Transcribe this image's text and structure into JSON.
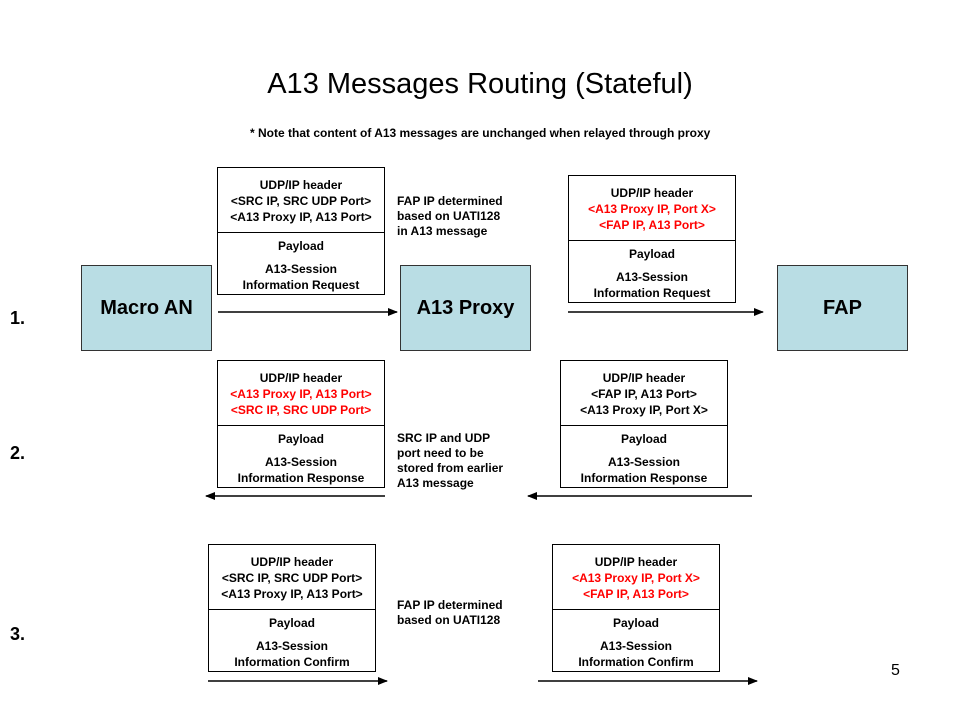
{
  "title": "A13 Messages Routing (Stateful)",
  "note": "* Note that content of A13 messages are unchanged when relayed through proxy",
  "nodes": {
    "macro_an": "Macro AN",
    "a13_proxy": "A13 Proxy",
    "fap": "FAP"
  },
  "rows": [
    "1.",
    "2.",
    "3."
  ],
  "messages": {
    "r1_left": {
      "header": "UDP/IP header",
      "line1": "<SRC IP, SRC UDP Port>",
      "line2": "<A13 Proxy IP, A13 Port>",
      "payload": "Payload",
      "p1": "A13-Session",
      "p2": "Information Request"
    },
    "r1_right": {
      "header": "UDP/IP header",
      "line1": "<A13 Proxy IP, Port X>",
      "line2": "<FAP IP, A13 Port>",
      "payload": "Payload",
      "p1": "A13-Session",
      "p2": "Information Request"
    },
    "r2_left": {
      "header": "UDP/IP header",
      "line1": "<A13 Proxy IP, A13 Port>",
      "line2": "<SRC IP, SRC UDP Port>",
      "payload": "Payload",
      "p1": "A13-Session",
      "p2": "Information Response"
    },
    "r2_right": {
      "header": "UDP/IP header",
      "line1": "<FAP IP, A13 Port>",
      "line2": "<A13 Proxy IP, Port X>",
      "payload": "Payload",
      "p1": "A13-Session",
      "p2": "Information Response"
    },
    "r3_left": {
      "header": "UDP/IP header",
      "line1": "<SRC IP, SRC UDP Port>",
      "line2": "<A13 Proxy IP, A13 Port>",
      "payload": "Payload",
      "p1": "A13-Session",
      "p2": "Information Confirm"
    },
    "r3_right": {
      "header": "UDP/IP header",
      "line1": "<A13 Proxy IP, Port X>",
      "line2": "<FAP IP, A13 Port>",
      "payload": "Payload",
      "p1": "A13-Session",
      "p2": "Information Confirm"
    }
  },
  "annotations": {
    "a1": [
      "FAP IP determined",
      "based on UATI128",
      "in A13 message"
    ],
    "a2": [
      "SRC IP and UDP",
      "port need to be",
      "stored from earlier",
      "A13 message"
    ],
    "a3": [
      "FAP IP determined",
      "based on UATI128"
    ]
  },
  "page_number": "5",
  "colors": {
    "node_fill": "#b9dde4",
    "highlight": "#ff0000"
  }
}
